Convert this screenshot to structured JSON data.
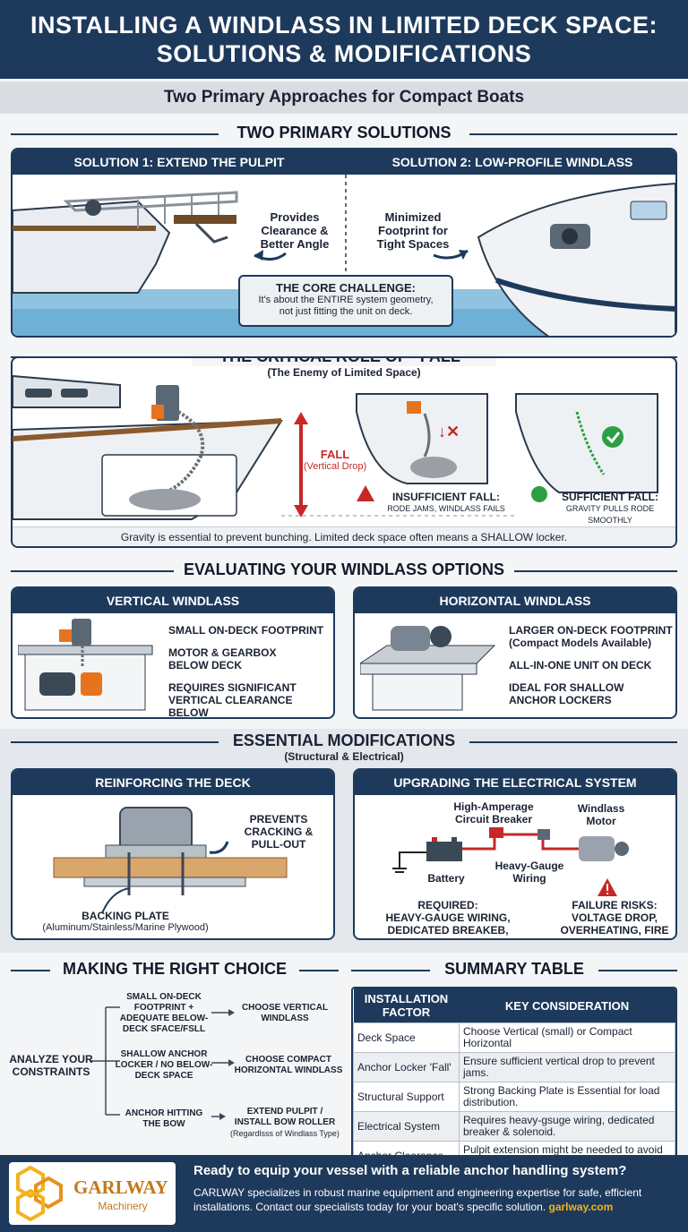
{
  "header": {
    "title_line1": "INSTALLING A WINDLASS IN LIMITED DECK SPACE:",
    "title_line2": "SOLUTIONS & MODIFICATIONS",
    "subtitle": "Two Primary Approaches for Compact Boats"
  },
  "solutions": {
    "section_title": "TWO PRIMARY SOLUTIONS",
    "solution1": {
      "title": "SOLUTION 1: EXTEND THE PULPIT",
      "callout": [
        "Provides",
        "Clearance &",
        "Better Angle"
      ]
    },
    "solution2": {
      "title": "SOLUTION 2: LOW-PROFILE WINDLASS",
      "callout": [
        "Minimized",
        "Footprint for",
        "Tight Spaces"
      ]
    },
    "core": {
      "title": "THE CORE CHALLENGE:",
      "line1": "It's about the ENTIRE system geometry,",
      "line2": "not just fitting the unit on deck."
    }
  },
  "fall": {
    "section_title": "THE CRITICAL ROLE OF “FALL”",
    "section_subtitle": "(The Enemy of Limited Space)",
    "fall_label": "FALL",
    "fall_sub": "(Vertical Drop)",
    "insufficient_title": "INSUFFICIENT FALL:",
    "insufficient_desc": "RODE JAMS, WINDLASS FAILS",
    "sufficient_title": "SUFFICIENT FALL:",
    "sufficient_desc": "GRAVITY PULLS RODE SMOOTHLY",
    "note": "Gravity is essential to prevent bunching. Limited deck space often means a SHALLOW locker."
  },
  "options": {
    "section_title": "EVALUATING YOUR WINDLASS OPTIONS",
    "vertical": {
      "title": "VERTICAL WINDLASS",
      "items": [
        "SMALL ON-DECK FOOTPRINT",
        "MOTOR & GEARBOX",
        "BELOW DECK",
        "REQUIRES SIGNIFICANT",
        "VERTICAL CLEARANCE BELOW"
      ]
    },
    "horizontal": {
      "title": "HORIZONTAL WINDLASS",
      "items": [
        "LARGER ON-DECK FOOTPRINT",
        "(Compact Models Available)",
        "ALL-IN-ONE UNIT ON DECK",
        "IDEAL FOR SHALLOW",
        "ANCHOR LOCKERS"
      ]
    }
  },
  "mods": {
    "section_title": "ESSENTIAL MODIFICATIONS",
    "section_subtitle": "(Structural & Electrical)",
    "deck": {
      "title": "REINFORCING THE DECK",
      "callout": [
        "PREVENTS",
        "CRACKING &",
        "PULL-OUT"
      ],
      "plate_label": "BACKING PLATE",
      "plate_sub": "(Aluminum/Stainless/Marine Plywood)"
    },
    "electrical": {
      "title": "UPGRADING THE ELECTRICAL SYSTEM",
      "breaker": [
        "High-Amperage",
        "Circuit Breaker"
      ],
      "motor": [
        "Windlass",
        "Motor"
      ],
      "battery": "Battery",
      "wiring": [
        "Heavy-Gauge",
        "Wiring"
      ],
      "required": [
        "REQUIRED:",
        "HEAVY-GAUGE WIRING,",
        "DEDICATED BREAKEB, SOLENOID"
      ],
      "risks": [
        "FAILURE RISKS:",
        "VOLTAGE DROP,",
        "OVERHEATING, FIRE"
      ]
    }
  },
  "choice": {
    "section_title": "MAKING THE RIGHT CHOICE",
    "root": [
      "ANALYZE YOUR",
      "CONSTRAINTS"
    ],
    "branches": [
      {
        "condition": [
          "SMALL ON-DECK",
          "FOOTPRINT +",
          "ADEQUATE BELOW-",
          "DECK SFACE/FSLL"
        ],
        "result": [
          "CHOOSE VERTICAL",
          "WINDLASS"
        ],
        "note": ""
      },
      {
        "condition": [
          "SHALLOW ANCHOR",
          "LOCKER / NO BELOW-",
          "DECK SPACE"
        ],
        "result": [
          "CHOOSE COMPACT",
          "HORIZONTAL WINDLASS"
        ],
        "note": ""
      },
      {
        "condition": [
          "ANCHOR HITTING",
          "THE BOW"
        ],
        "result": [
          "EXTEND PULPIT /",
          "INSTALL BOW ROLLER"
        ],
        "note": "(Regardlsss of Windlass Type)"
      }
    ]
  },
  "summary": {
    "section_title": "SUMMARY TABLE",
    "headers": [
      "INSTALLATION FACTOR",
      "KEY CONSIDERATION"
    ],
    "rows": [
      [
        "Deck Space",
        "Choose Vertical (small) or Compact Horizontal"
      ],
      [
        "Anchor Locker 'Fall'",
        "Ensure sufficient vertical drop to prevent jams."
      ],
      [
        "Structural Support",
        "Strong Backing Plate is Essential for load distribution."
      ],
      [
        "Electrical System",
        "Requires heavy-gsuge wiring, dedicated breaker & solenoid."
      ],
      [
        "Anchor Clearance",
        "Pulpit extension might be needed to avoid bow strikes."
      ]
    ]
  },
  "footer": {
    "brand": "GARLWAY",
    "brand_sub": "Machinery",
    "headline": "Ready to equip your vessel with a reliable anchor handling system?",
    "body": "CARLWAY specializes in robust marine equipment and engineering expertise for safe, efficient installations. Contact our specialists today for your boat's specific solution.",
    "link": "garlway.com"
  },
  "colors": {
    "navy": "#1d3a5c",
    "red": "#c62828",
    "green": "#2e9e44",
    "orange": "#e8731f",
    "water": "#8fc3e0"
  }
}
